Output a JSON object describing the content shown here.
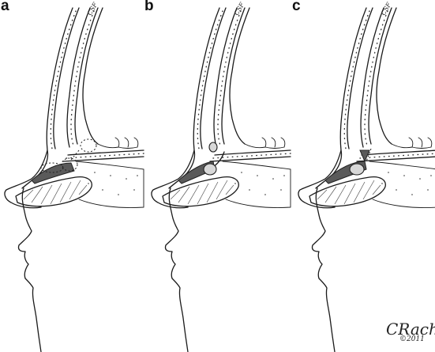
{
  "panels": [
    {
      "label": "a"
    },
    {
      "label": "b"
    },
    {
      "label": "c"
    }
  ],
  "signature": "CRachm",
  "signature_year": "©2011"
}
